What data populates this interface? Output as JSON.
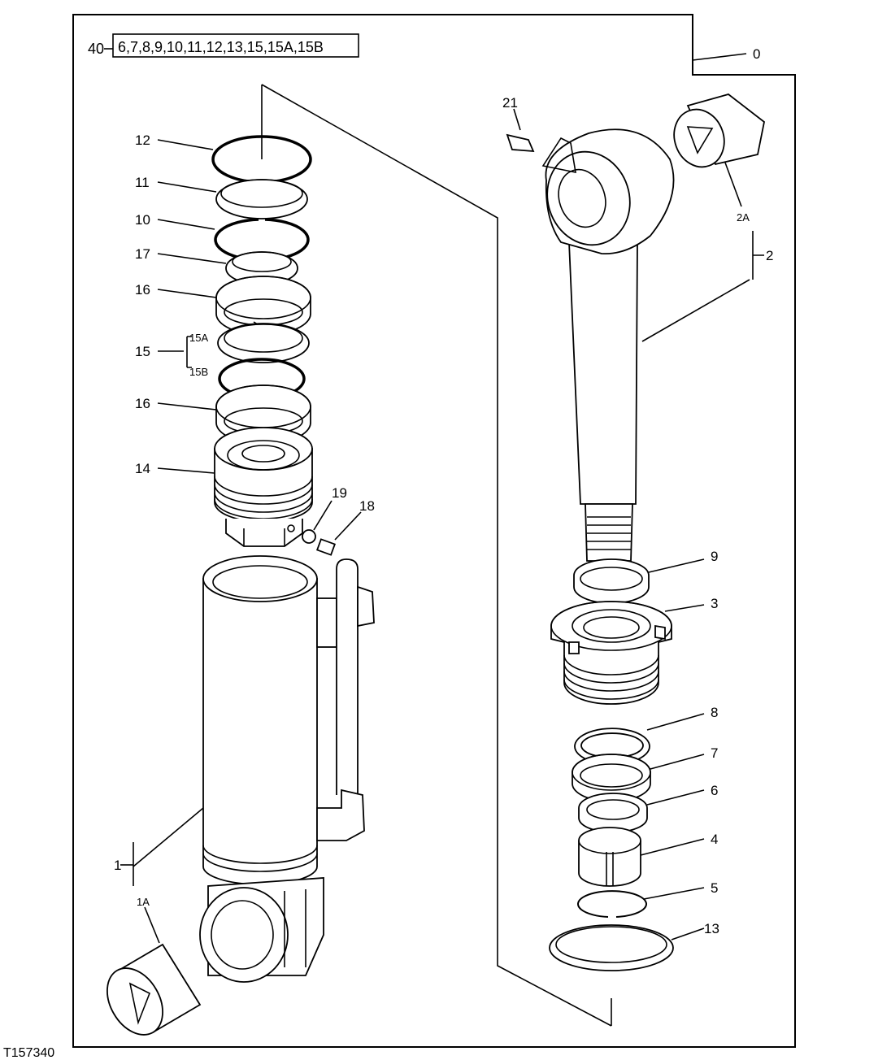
{
  "figure_id": "T157340",
  "kit": {
    "number": "40",
    "items": "6,7,8,9,10,11,12,13,15,15A,15B"
  },
  "callouts": {
    "c0": "0",
    "c1": "1",
    "c1a": "1A",
    "c2": "2",
    "c2a": "2A",
    "c3": "3",
    "c4": "4",
    "c5": "5",
    "c6": "6",
    "c7": "7",
    "c8": "8",
    "c9": "9",
    "c10": "10",
    "c11": "11",
    "c12": "12",
    "c13": "13",
    "c14": "14",
    "c15": "15",
    "c15a": "15A",
    "c15b": "15B",
    "c16a": "16",
    "c16b": "16",
    "c17": "17",
    "c18": "18",
    "c19": "19",
    "c21": "21"
  }
}
